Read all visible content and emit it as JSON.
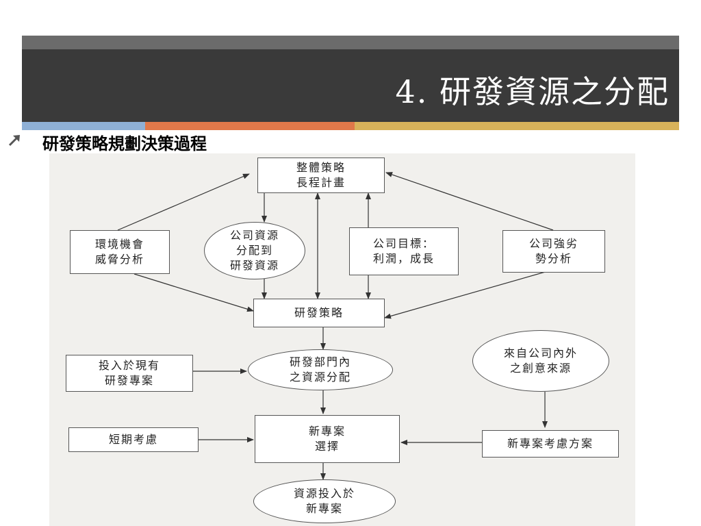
{
  "slide": {
    "title": "4. 研發資源之分配",
    "bullet": "研發策略規劃決策過程"
  },
  "colors": {
    "header_top": "#6b6b6b",
    "header_main": "#3a3a3a",
    "accent_blue": "#8fb0d6",
    "accent_orange": "#e0784a",
    "accent_gold": "#d8b25a"
  },
  "diagram": {
    "nodes": {
      "overall_strategy": [
        "整體策略",
        "長程計畫"
      ],
      "env_analysis": [
        "環境機會",
        "威脅分析"
      ],
      "resource_allocation": [
        "公司資源",
        "分配到",
        "研發資源"
      ],
      "company_goals": [
        "公司目標：",
        "利潤，成長"
      ],
      "strength_weakness": [
        "公司強劣",
        "勢分析"
      ],
      "rd_strategy": [
        "研發策略"
      ],
      "existing_projects": [
        "投入於現有",
        "研發專案"
      ],
      "rd_dept_allocation": [
        "研發部門內",
        "之資源分配"
      ],
      "idea_sources": [
        "來自公司內外",
        "之創意來源"
      ],
      "short_term": [
        "短期考慮"
      ],
      "new_project_selection": [
        "新專案",
        "選擇"
      ],
      "new_project_options": [
        "新專案考慮方案"
      ],
      "invest_new_projects": [
        "資源投入於",
        "新專案"
      ]
    }
  }
}
